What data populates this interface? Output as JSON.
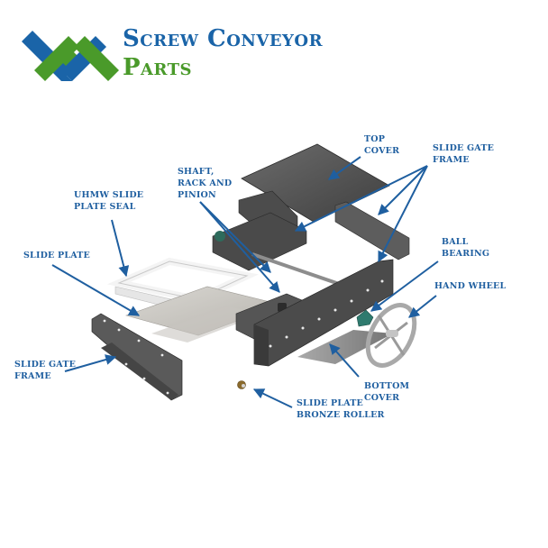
{
  "brand": {
    "line1": "Screw Conveyor",
    "line2": "Parts",
    "colors": {
      "blue": "#1a64a8",
      "green": "#4a9a2a"
    },
    "logo_icon": "interlocking-chevrons-logo"
  },
  "diagram": {
    "subject": "Slide gate exploded assembly",
    "label_color": "#1f5fa0",
    "labels": [
      {
        "id": "top-cover",
        "line1": "Top",
        "line2": "Cover"
      },
      {
        "id": "slide-gate-frame-right",
        "line1": "Slide Gate",
        "line2": "Frame"
      },
      {
        "id": "shaft-rack-pinion",
        "line1": "Shaft,",
        "line2": "Rack and",
        "line3": "Pinion"
      },
      {
        "id": "uhmw-seal",
        "line1": "UHMW Slide",
        "line2": "Plate Seal"
      },
      {
        "id": "slide-plate",
        "line1": "Slide Plate"
      },
      {
        "id": "ball-bearing",
        "line1": "Ball",
        "line2": "Bearing"
      },
      {
        "id": "hand-wheel",
        "line1": "Hand Wheel"
      },
      {
        "id": "slide-gate-frame-left",
        "line1": "Slide Gate",
        "line2": "Frame"
      },
      {
        "id": "bottom-cover",
        "line1": "Bottom",
        "line2": "Cover"
      },
      {
        "id": "bronze-roller",
        "line1": "Slide Plate",
        "line2": "Bronze Roller"
      }
    ]
  }
}
